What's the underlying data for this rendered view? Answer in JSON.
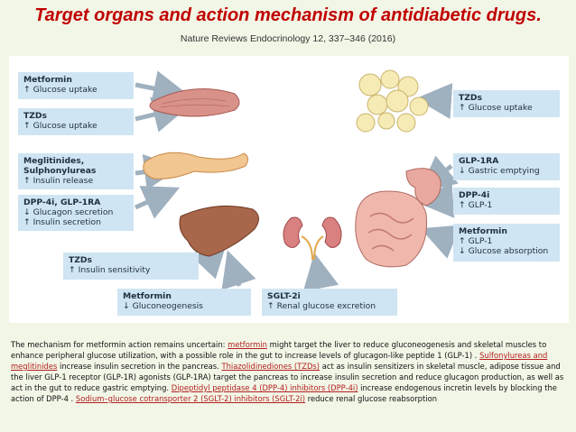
{
  "header": {
    "title": "Target organs and action mechanism of antidiabetic drugs.",
    "citation": "Nature Reviews Endocrinology 12, 337–346 (2016)"
  },
  "boxes": {
    "muscle_metformin": {
      "drug": "Metformin",
      "effect": "↑ Glucose uptake"
    },
    "muscle_tzds": {
      "drug": "TZDs",
      "effect": "↑ Glucose uptake"
    },
    "pancreas_meglitinides": {
      "drug1": "Meglitinides,",
      "drug2": "Sulphonylureas",
      "effect": "↑ Insulin release"
    },
    "pancreas_dpp4i": {
      "drug": "DPP-4i, GLP-1RA",
      "effect1": "↓ Glucagon secretion",
      "effect2": "↑ Insulin secretion"
    },
    "liver_tzds": {
      "drug": "TZDs",
      "effect": "↑ Insulin sensitivity"
    },
    "liver_metformin": {
      "drug": "Metformin",
      "effect": "↓ Gluconeogenesis"
    },
    "kidney_sglt2i": {
      "drug": "SGLT-2i",
      "effect": "↑ Renal glucose excretion"
    },
    "adipose_tzds": {
      "drug": "TZDs",
      "effect": "↑ Glucose uptake"
    },
    "gut_glp1ra": {
      "drug": "GLP-1RA",
      "effect": "↓ Gastric emptying"
    },
    "gut_dpp4i": {
      "drug": "DPP-4i",
      "effect": "↑ GLP-1"
    },
    "gut_metformin": {
      "drug": "Metformin",
      "effect1": "↑ GLP-1",
      "effect2": "↓ Glucose absorption"
    }
  },
  "caption": {
    "t1": "The mechanism for metformin action remains uncertain: ",
    "l1": "metformin",
    "t2": " might target the liver to reduce gluconeogenesis and skeletal muscles to enhance peripheral glucose utilization, with a possible role in the gut to increase levels of glucagon-like peptide 1 (GLP-1) . ",
    "l2": "Sulfonylureas and meglitinides",
    "t3": " increase insulin secretion in the pancreas. ",
    "l3": "Thiazolidinediones (TZDs)",
    "t4": " act as insulin sensitizers in skeletal muscle, adipose tissue and the liver GLP-1 receptor (GLP-1R) agonists (GLP-1RA) target the pancreas to increase insulin secretion and reduce glucagon production, as well as act in the gut to reduce gastric emptying. ",
    "l4": "Dipeptidyl peptidase 4 (DPP-4) inhibitors (DPP-4i)",
    "t5": " increase endogenous incretin levels by blocking the action of DPP-4 . ",
    "l5": "Sodium–glucose cotransporter 2 (SGLT-2) inhibitors (SGLT-2i)",
    "t6": " reduce renal glucose reabsorption"
  },
  "colors": {
    "title": "#c00000",
    "box": "#cfe5f3",
    "arrow": "#9fb0bf",
    "link": "#b32020"
  }
}
